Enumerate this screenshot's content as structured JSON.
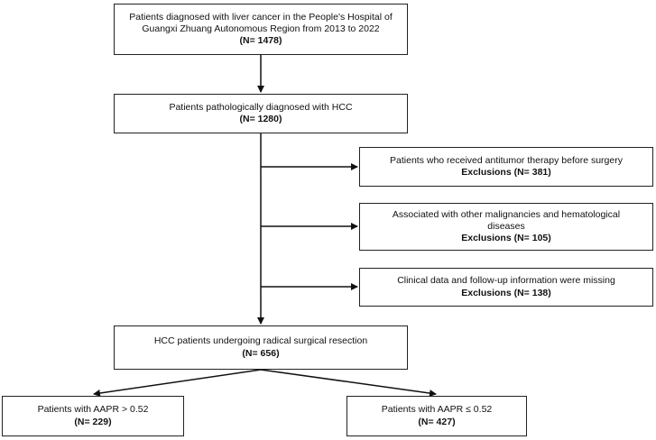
{
  "nodes": {
    "total": {
      "lines": [
        "Patients diagnosed with liver cancer in the People's Hospital of",
        "Guangxi Zhuang Autonomous Region from 2013 to 2022"
      ],
      "count": "(N= 1478)"
    },
    "hcc": {
      "lines": [
        "Patients pathologically diagnosed with HCC"
      ],
      "count": "(N= 1280)"
    },
    "excl1": {
      "lines": [
        "Patients who received antitumor therapy before surgery"
      ],
      "count": "Exclusions (N= 381)"
    },
    "excl2": {
      "lines": [
        "Associated with other malignancies and hematological",
        "diseases"
      ],
      "count": "Exclusions (N= 105)"
    },
    "excl3": {
      "lines": [
        "Clinical data and follow-up information were missing"
      ],
      "count": "Exclusions (N= 138)"
    },
    "resection": {
      "lines": [
        "HCC patients undergoing radical surgical resection"
      ],
      "count": "(N= 656)"
    },
    "high": {
      "lines": [
        "Patients with AAPR > 0.52"
      ],
      "count": "(N= 229)"
    },
    "low": {
      "lines": [
        "Patients with AAPR ≤ 0.52"
      ],
      "count": "(N= 427)"
    }
  }
}
